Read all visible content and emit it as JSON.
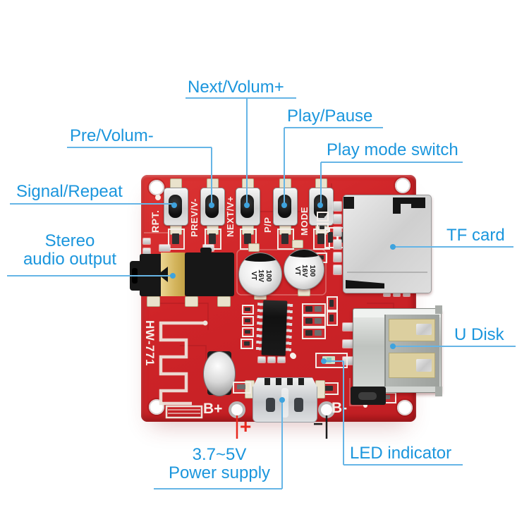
{
  "colors": {
    "label_blue": "#1b96dd",
    "line_blue": "#66b5e6",
    "dot_blue": "#3ea3de",
    "board_red": "#cd2428",
    "plus_red": "#e8281e",
    "minus_black": "#1c1c1c"
  },
  "callouts": {
    "next_volum_plus": "Next/Volum+",
    "play_pause": "Play/Pause",
    "play_mode_switch": "Play mode switch",
    "pre_volum_minus": "Pre/Volum-",
    "signal_repeat": "Signal/Repeat",
    "stereo_audio_line1": "Stereo",
    "stereo_audio_line2": "audio output",
    "tf_card": "TF card",
    "u_disk": "U Disk",
    "led_indicator": "LED indicator",
    "power_line1": "3.7~5V",
    "power_line2": "Power supply",
    "plus_symbol": "+",
    "minus_symbol": "−"
  },
  "board": {
    "model_silkscreen": "HW-771",
    "button_silkscreen": {
      "rpt": "RPT.",
      "prev": "PREV/V-",
      "next": "NEXT/V+",
      "play_pause": "P/P",
      "mode": "MODE"
    },
    "power_pads": {
      "bplus": "B+",
      "bminus": "B-"
    },
    "capacitor_marking": {
      "line1": "100",
      "line2": "16V",
      "line3": "VT"
    }
  }
}
